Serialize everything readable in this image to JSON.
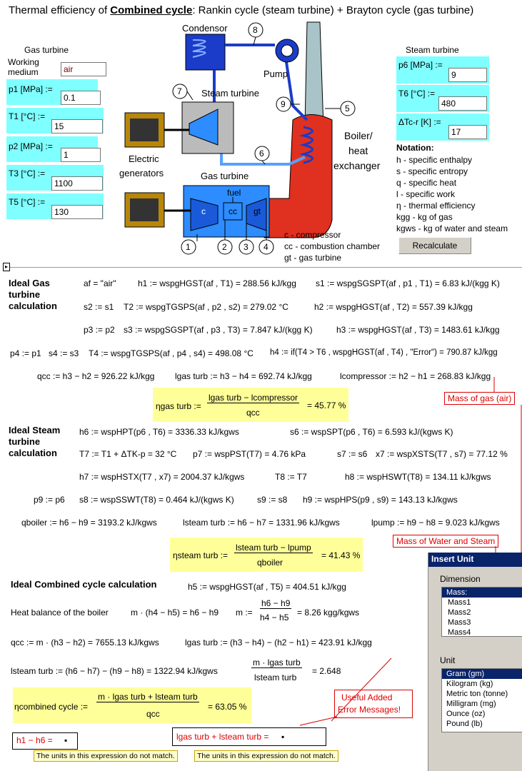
{
  "title_prefix": "Thermal efficiency of ",
  "title_bold": "Combined cycle",
  "title_suffix": ": Rankin cycle (steam turbine) + Brayton cycle (gas turbine)",
  "gas": {
    "header": "Gas turbine",
    "medium_label": "Working medium",
    "medium_value": "air",
    "p1_label": "p1 [MPa] :=",
    "p1": "0.1",
    "t1_label": "T1 [°C] :=",
    "t1": "15",
    "p2_label": "p2 [MPa] :=",
    "p2": "1",
    "t3_label": "T3 [°C] :=",
    "t3": "1100",
    "t5_label": "T5 [°C] :=",
    "t5": "130"
  },
  "steam": {
    "header": "Steam turbine",
    "p6_label": "p6 [MPa] :=",
    "p6": "9",
    "t6_label": "T6 [°C] :=",
    "t6": "480",
    "dt_label": "ΔTc-r [K] :=",
    "dt": "17"
  },
  "diagram": {
    "condensor": "Condensor",
    "pump": "Pump",
    "steam_turbine": "Steam turbine",
    "electric": "Electric",
    "generators": "generators",
    "gas_turbine": "Gas turbine",
    "fuel": "fuel",
    "c": "c",
    "cc": "cc",
    "gt": "gt",
    "boiler1": "Boiler/",
    "boiler2": "heat",
    "boiler3": "exchanger",
    "n1": "1",
    "n2": "2",
    "n3": "3",
    "n4": "4",
    "n5": "5",
    "n6": "6",
    "n7": "7",
    "n8": "8",
    "n9": "9",
    "leg_c": "c - compressor",
    "leg_cc": "cc - combustion chamber",
    "leg_gt": "gt - gas turbine"
  },
  "notation": {
    "title": "Notation:",
    "items": [
      "h - specific enthalpy",
      "s - specific entropy",
      "q - specific heat",
      "l - specific work",
      "η - thermal efficiency",
      "kgg - kg of gas",
      "kgws - kg of water and steam"
    ]
  },
  "recalc_label": "Recalculate",
  "gas_calc": {
    "header1": "Ideal Gas",
    "header2": "turbine",
    "header3": "calculation",
    "r1a": "af = \"air\"",
    "r1b": "h1 := wspgHGST(af , T1) = 288.56 kJ/kgg",
    "r1c": "s1 := wspgSGSPT(af , p1 , T1) = 6.83 kJ/(kgg K)",
    "r2a": "s2 := s1",
    "r2b": "T2 := wspgTGSPS(af , p2 , s2) = 279.02 °C",
    "r2c": "h2 := wspgHGST(af , T2) = 557.39 kJ/kgg",
    "r3a": "p3 := p2",
    "r3b": "s3 := wspgSGSPT(af , p3 , T3) = 7.847 kJ/(kgg K)",
    "r3c": "h3 := wspgHGST(af , T3) = 1483.61 kJ/kgg",
    "r4a": "p4 := p1",
    "r4b": "s4 := s3",
    "r4c": "T4 := wspgTGSPS(af , p4 , s4) = 498.08 °C",
    "r4d": "h4 := if(T4 > T6 , wspgHGST(af , T4) , \"Error\") = 790.87 kJ/kgg",
    "r5a": "qcc := h3 − h2 = 926.22 kJ/kgg",
    "r5b": "lgas turb := h3 − h4 = 692.74 kJ/kgg",
    "r5c": "lcompressor := h2 − h1 = 268.83 kJ/kgg",
    "eff_lhs": "ηgas turb :=",
    "eff_num": "lgas turb − lcompressor",
    "eff_den": "qcc",
    "eff_val": "= 45.77 %",
    "note": "Mass of gas (air)"
  },
  "steam_calc": {
    "header1": "Ideal Steam",
    "header2": "turbine",
    "header3": "calculation",
    "r1a": "h6 := wspHPT(p6 , T6) = 3336.33 kJ/kgws",
    "r1b": "s6 := wspSPT(p6 , T6) = 6.593 kJ/(kgws K)",
    "r2a": "T7 := T1 + ΔTK-p = 32 °C",
    "r2b": "p7 := wspPST(T7) = 4.76 kPa",
    "r2c": "s7 := s6",
    "r2d": "x7 := wspXSTS(T7 , s7) = 77.12 %",
    "r3a": "h7 := wspHSTX(T7 , x7) = 2004.37 kJ/kgws",
    "r3b": "T8 := T7",
    "r3c": "h8 := wspHSWT(T8) = 134.11 kJ/kgws",
    "r4a": "p9 := p6",
    "r4b": "s8 := wspSSWT(T8) = 0.464 kJ/(kgws K)",
    "r4c": "s9 := s8",
    "r4d": "h9 := wspHPS(p9 , s9) = 143.13 kJ/kgws",
    "r5a": "qboiler := h6 − h9 = 3193.2 kJ/kgws",
    "r5b": "lsteam turb := h6 − h7 = 1331.96 kJ/kgws",
    "r5c": "lpump := h9 − h8 = 9.023 kJ/kgws",
    "eff_lhs": "ηsteam turb :=",
    "eff_num": "lsteam turb − lpump",
    "eff_den": "qboiler",
    "eff_val": "= 41.43 %",
    "note": "Mass of Water and Steam"
  },
  "comb_calc": {
    "header": "Ideal Combined cycle calculation",
    "h5": "h5 := wspgHGST(af , T5) = 404.51 kJ/kgg",
    "hb_label": "Heat balance of the boiler",
    "hb_eq": "m · (h4 − h5) = h6 − h9",
    "m_lhs": "m :=",
    "m_num": "h6 − h9",
    "m_den": "h4 − h5",
    "m_val": "= 8.26 kgg/kgws",
    "qcc": "qcc := m · (h3 − h2) = 7655.13 kJ/kgws",
    "lgas": "lgas turb := (h3 − h4) − (h2 − h1) = 423.91 kJ/kgg",
    "lsteam": "lsteam turb := (h6 − h7) − (h9 − h8) = 1322.94 kJ/kgws",
    "ratio_num": "m · lgas turb",
    "ratio_den": "lsteam turb",
    "ratio_val": "= 2.648",
    "eff_lhs": "ηcombined cycle :=",
    "eff_num": "m · lgas turb + lsteam turb",
    "eff_den": "qcc",
    "eff_val": "= 63.05 %",
    "err1_expr": "h1 − h6 =",
    "err2_expr": "lgas turb + lsteam turb =",
    "err_msg": "The units in this expression do not match.",
    "useful1": "Useful Added",
    "useful2": "Error Messages!"
  },
  "dialog": {
    "title": "Insert Unit",
    "dimension_label": "Dimension",
    "dimensions": [
      "Mass:",
      "Mass1",
      "Mass2",
      "Mass3",
      "Mass4"
    ],
    "unit_label": "Unit",
    "units": [
      "Gram (gm)",
      "Kilogram (kg)",
      "Metric ton (tonne)",
      "Milligram (mg)",
      "Ounce (oz)",
      "Pound (lb)"
    ]
  }
}
